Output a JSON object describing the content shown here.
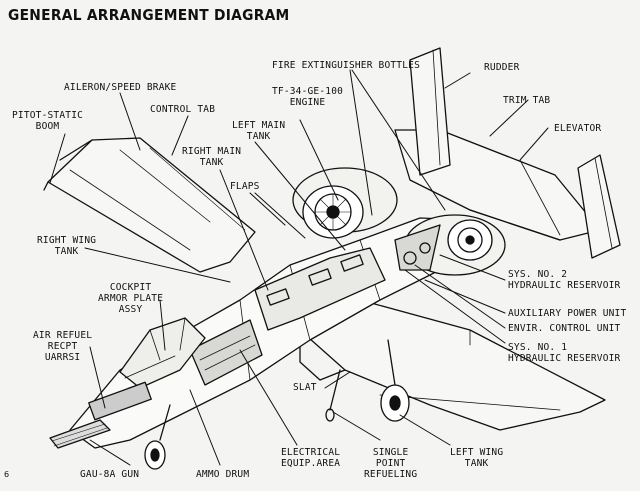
{
  "title": "GENERAL ARRANGEMENT DIAGRAM",
  "page_number": "6",
  "labels": {
    "fire_extinguisher_bottles": "FIRE EXTINGUISHER BOTTLES",
    "rudder": "RUDDER",
    "aileron_speed_brake": "AILERON/SPEED BRAKE",
    "tf34_engine": "TF-34-GE-100\nENGINE",
    "trim_tab": "TRIM TAB",
    "pitot_static_boom": "PITOT-STATIC\nBOOM",
    "control_tab": "CONTROL TAB",
    "left_main_tank": "LEFT MAIN\nTANK",
    "elevator": "ELEVATOR",
    "right_main_tank": "RIGHT MAIN\nTANK",
    "flaps": "FLAPS",
    "right_wing_tank": "RIGHT WING\nTANK",
    "cockpit_armor_plate": "COCKPIT\nARMOR PLATE\nASSY",
    "sys2_hydraulic": "SYS. NO. 2\nHYDRAULIC RESERVOIR",
    "auxiliary_power_unit": "AUXILIARY POWER UNIT",
    "envir_control_unit": "ENVIR. CONTROL UNIT",
    "air_refuel_recpt": "AIR REFUEL\nRECPT\nUARRSI",
    "sys1_hydraulic": "SYS. NO. 1\nHYDRAULIC RESERVOIR",
    "slat": "SLAT",
    "electrical_equip_area": "ELECTRICAL\nEQUIP.AREA",
    "single_point_refueling": "SINGLE\nPOINT\nREFUELING",
    "left_wing_tank": "LEFT WING\nTANK",
    "gau8a_gun": "GAU-8A GUN",
    "ammo_drum": "AMMO DRUM"
  }
}
